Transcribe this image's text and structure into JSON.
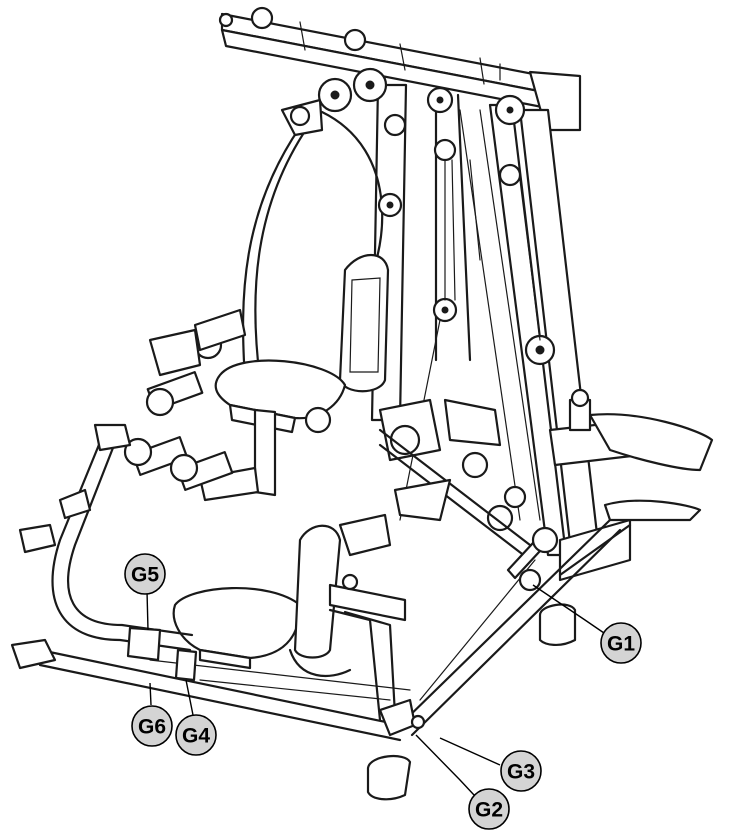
{
  "callouts": {
    "g1": "G1",
    "g2": "G2",
    "g3": "G3",
    "g4": "G4",
    "g5": "G5",
    "g6": "G6"
  }
}
